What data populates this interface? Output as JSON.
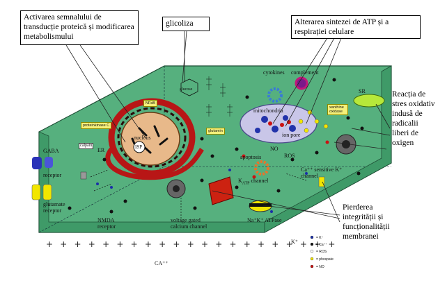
{
  "callouts": {
    "signal": "Activarea semnalului de transducție proteică și modificarea metabolismului",
    "glycolysis": "glicoliza",
    "atp": "Alterarea sintezei de ATP și a respirației celulare",
    "stress": "Reacția de stres oxidativ indusă de radicalii liberi de oxigen",
    "membrane": "Pierderea integrității și funcționalității membranei"
  },
  "labels": {
    "gaba": "GABA",
    "receptor": "receptor",
    "glutamate": "glutamate receptor",
    "nmda": "NMDA receptor",
    "vgcc": "voltage gated calcium channel",
    "nakatpase": "Na⁺K⁺ ATPase",
    "katp": "K",
    "katp_sub": "ATP",
    "katp_channel": "channel",
    "ca_sensitive": "Ca⁺⁺ sensitive K⁺ channel",
    "er": "ER",
    "nucleus": "nucleus",
    "isp": "ISP",
    "nfkb": "NFκB",
    "proteinkinase": "proteinkinase C",
    "calpain": "calpain",
    "glutamin": "glutamin",
    "glucose": "glucose",
    "cytokines": "cytokines",
    "complement": "complement",
    "mitochondria": "mitochondria",
    "ion_pore": "ion pore",
    "xanthine": "xanthine oxidase",
    "apoptosis": "apoptosis",
    "no": "NO",
    "ros": "ROS",
    "sr": "SR",
    "ca_ion": "CA⁺⁺",
    "k_ion": "K⁺",
    "plus_row": "+ + + + + + + + + + + + + + + + + + + + +"
  },
  "legend": [
    {
      "label": "= K⁺",
      "color": "#1a2fa8"
    },
    {
      "label": "= Ca⁺⁺",
      "color": "#111111"
    },
    {
      "label": "= ROS",
      "color": "#ffffff"
    },
    {
      "label": "= phospate",
      "color": "#f2e600"
    },
    {
      "label": "= NO",
      "color": "#cc1111"
    }
  ],
  "colors": {
    "membrane_green": "#4fae7a",
    "membrane_dark": "#2f7a52",
    "mito_fill": "#c9c6e8",
    "nucleus_fill": "#e8b98a",
    "er_red": "#b81616",
    "callout_border": "#000000"
  }
}
